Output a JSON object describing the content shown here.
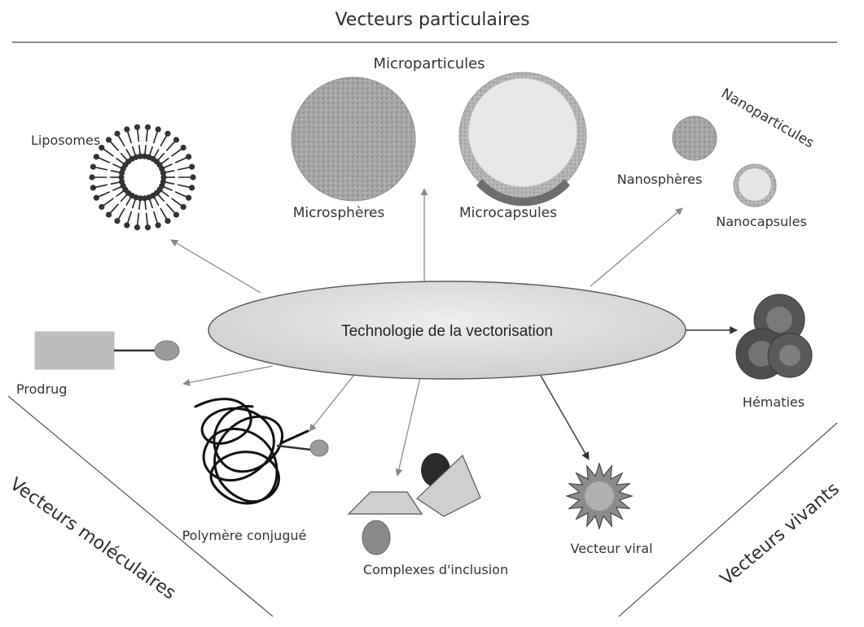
{
  "regions": {
    "particulate": "Vecteurs particulaires",
    "molecular": "Vecteurs moléculaires",
    "living": "Vecteurs vivants"
  },
  "center": {
    "label": "Technologie de la vectorisation"
  },
  "groups": {
    "microparticles": "Microparticules",
    "nanoparticles": "Nanoparticules"
  },
  "items": {
    "liposomes": "Liposomes",
    "microspheres": "Microsphères",
    "microcapsules": "Microcapsules",
    "nanospheres": "Nanosphères",
    "nanocapsules": "Nanocapsules",
    "prodrug": "Prodrug",
    "polymer": "Polymère conjugué",
    "inclusion": "Complexes d'inclusion",
    "viral": "Vecteur viral",
    "erythrocytes": "Hématies"
  },
  "colors": {
    "ellipse_fill": "#dcdcdc",
    "sphere_fill": "#a9a9a9",
    "capsule_fill": "#e8e8e8",
    "arrow": "#8a8a8a"
  }
}
